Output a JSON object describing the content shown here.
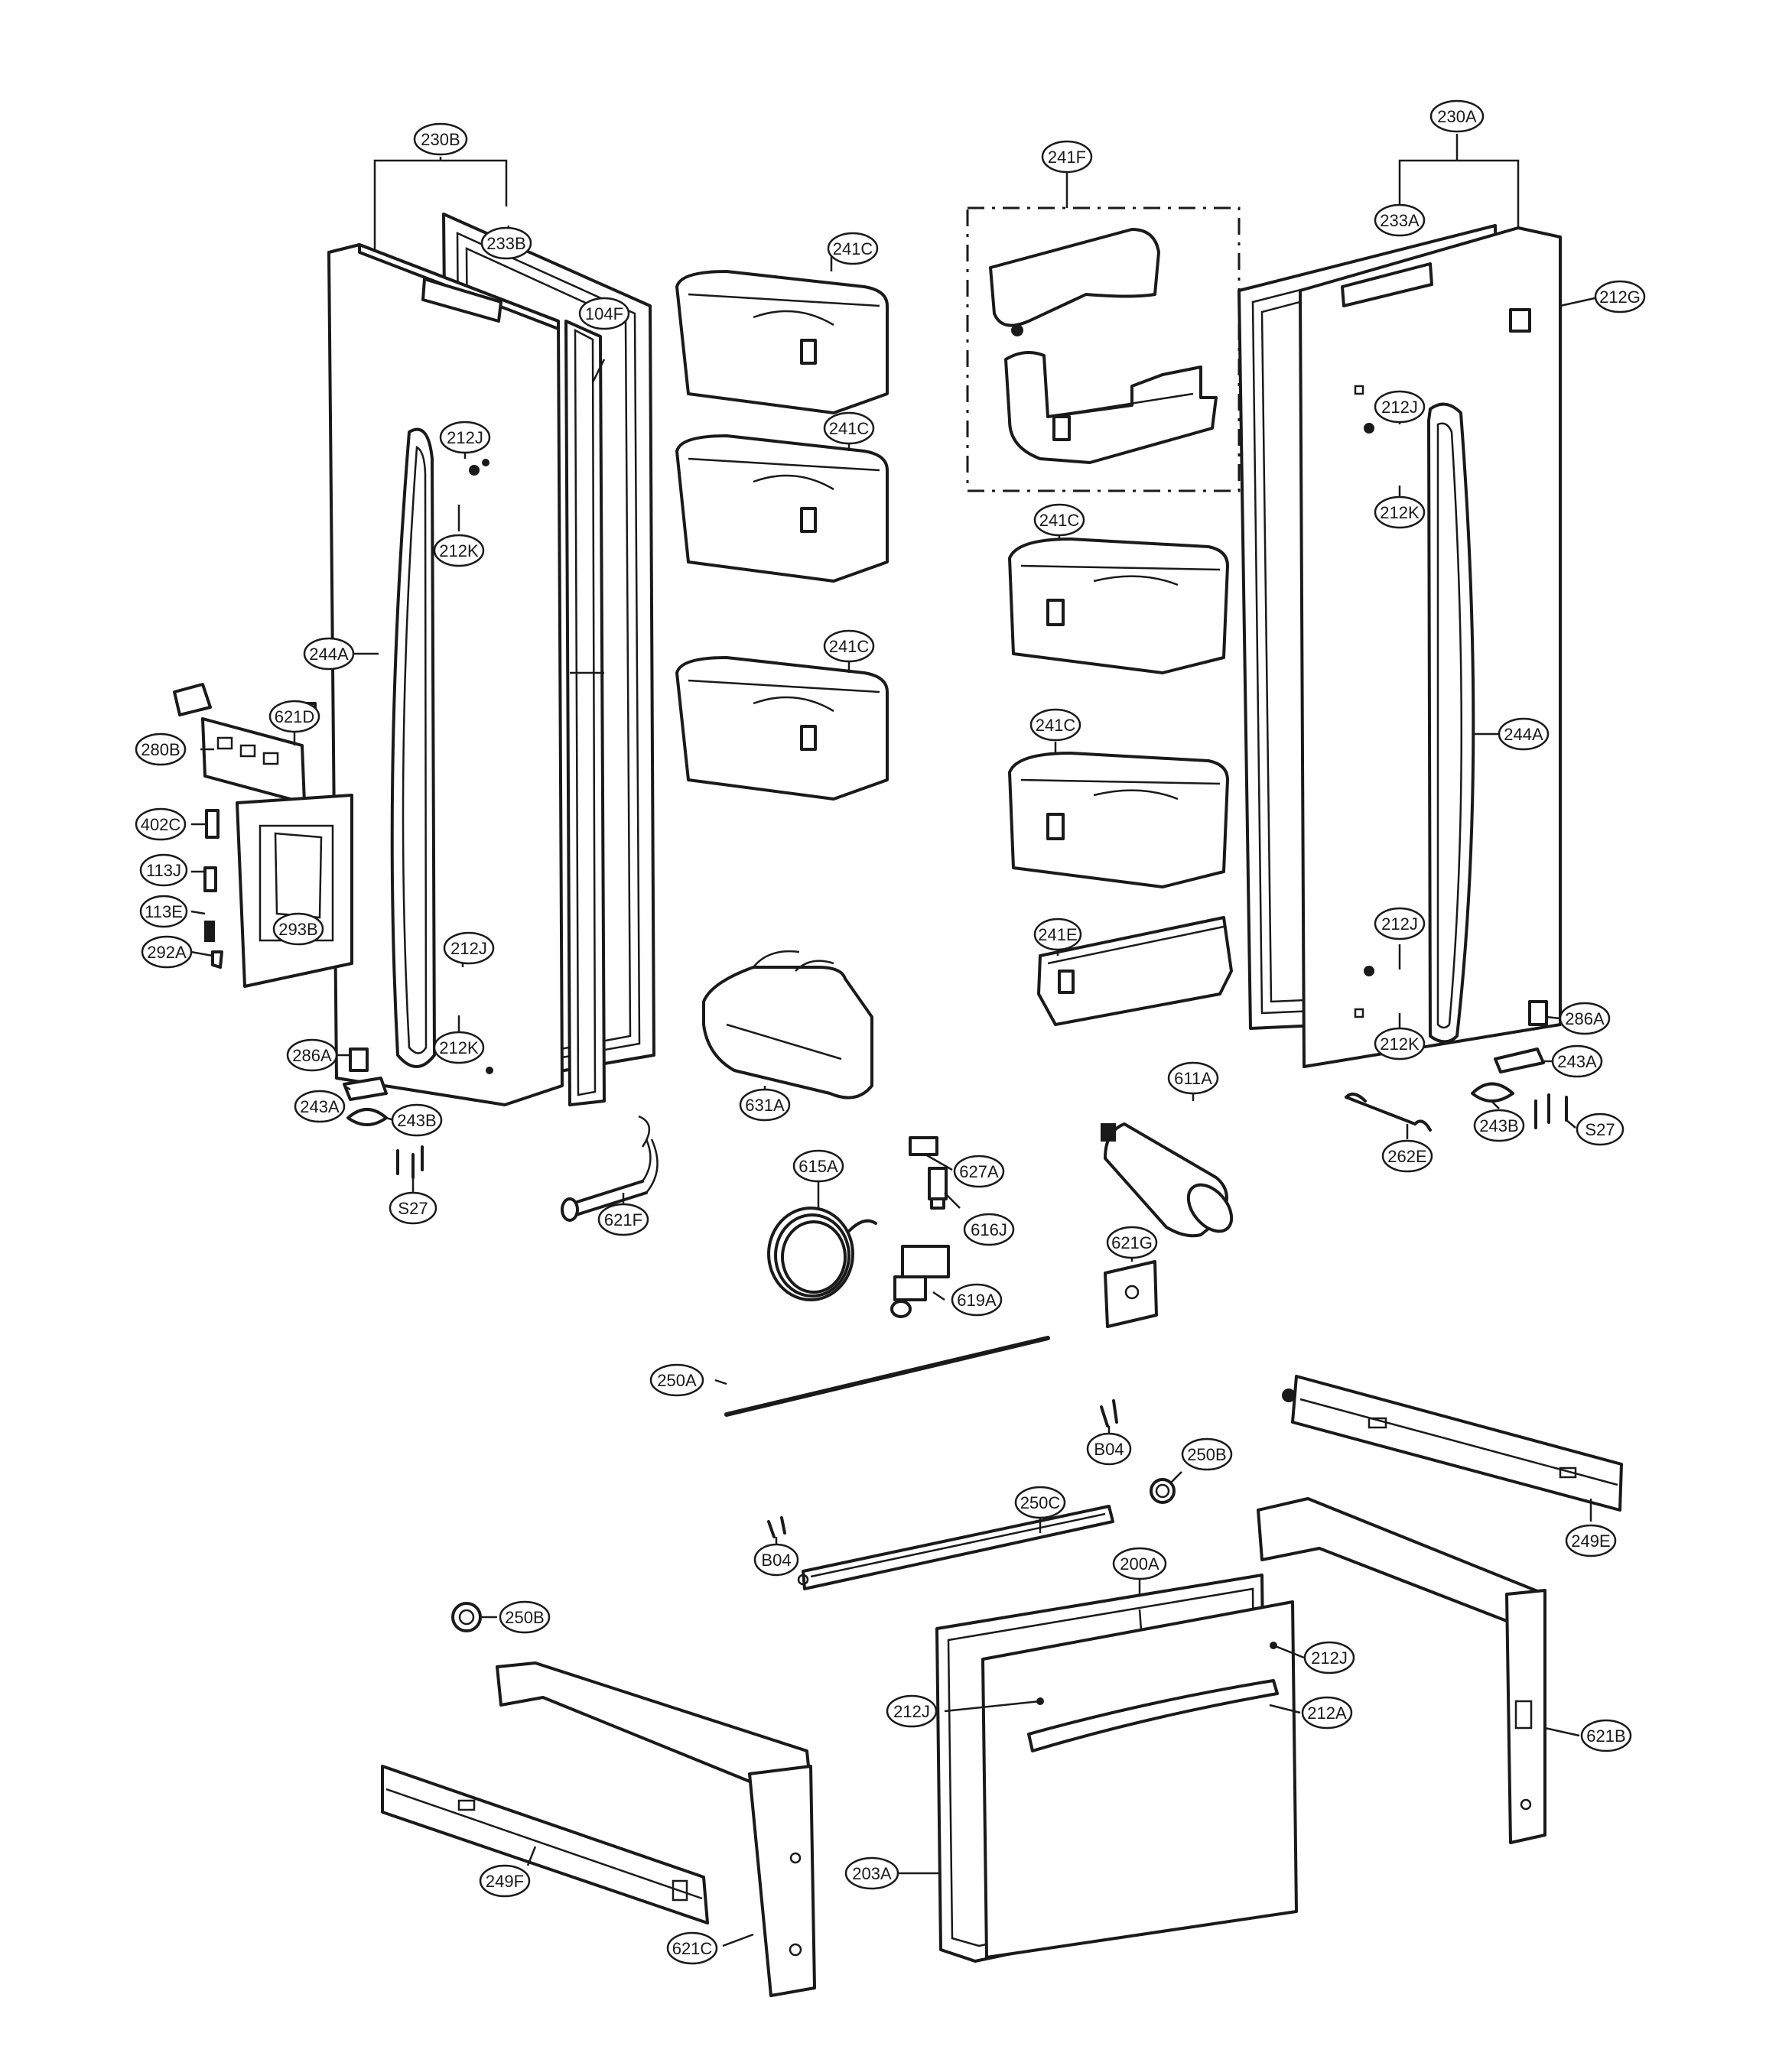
{
  "parts": {
    "p230B": "230B",
    "p233B": "233B",
    "p104F": "104F",
    "p212J_l1": "212J",
    "p212K_l1": "212K",
    "p244A_l": "244A",
    "p621D": "621D",
    "p280B": "280B",
    "p402C": "402C",
    "p113J": "113J",
    "p113E": "113E",
    "p293B": "293B",
    "p292A": "292A",
    "p212J_l2": "212J",
    "p212K_l2": "212K",
    "p286A_l": "286A",
    "p243A_l": "243A",
    "p243B_l": "243B",
    "pS27_l": "S27",
    "p241C_1": "241C",
    "p241C_2": "241C",
    "p241C_3": "241C",
    "p241C_4": "241C",
    "p241C_5": "241C",
    "p241F": "241F",
    "p241E": "241E",
    "p230A": "230A",
    "p233A": "233A",
    "p212G": "212G",
    "p212J_r1": "212J",
    "p212K_r1": "212K",
    "p244A_r": "244A",
    "p212J_r2": "212J",
    "p212K_r2": "212K",
    "p286A_r": "286A",
    "p243A_r": "243A",
    "p243B_r": "243B",
    "pS27_r": "S27",
    "p262E": "262E",
    "p611A": "611A",
    "p631A": "631A",
    "p621F": "621F",
    "p615A": "615A",
    "p627A": "627A",
    "p616J": "616J",
    "p619A": "619A",
    "p621G": "621G",
    "p250A": "250A",
    "pB04_1": "B04",
    "p250B_1": "250B",
    "p249E": "249E",
    "p250C": "250C",
    "pB04_2": "B04",
    "p200A": "200A",
    "p250B_2": "250B",
    "p212J_d1": "212J",
    "p212J_d2": "212J",
    "p212A": "212A",
    "p621B": "621B",
    "p203A": "203A",
    "p249F": "249F",
    "p621C": "621C"
  }
}
